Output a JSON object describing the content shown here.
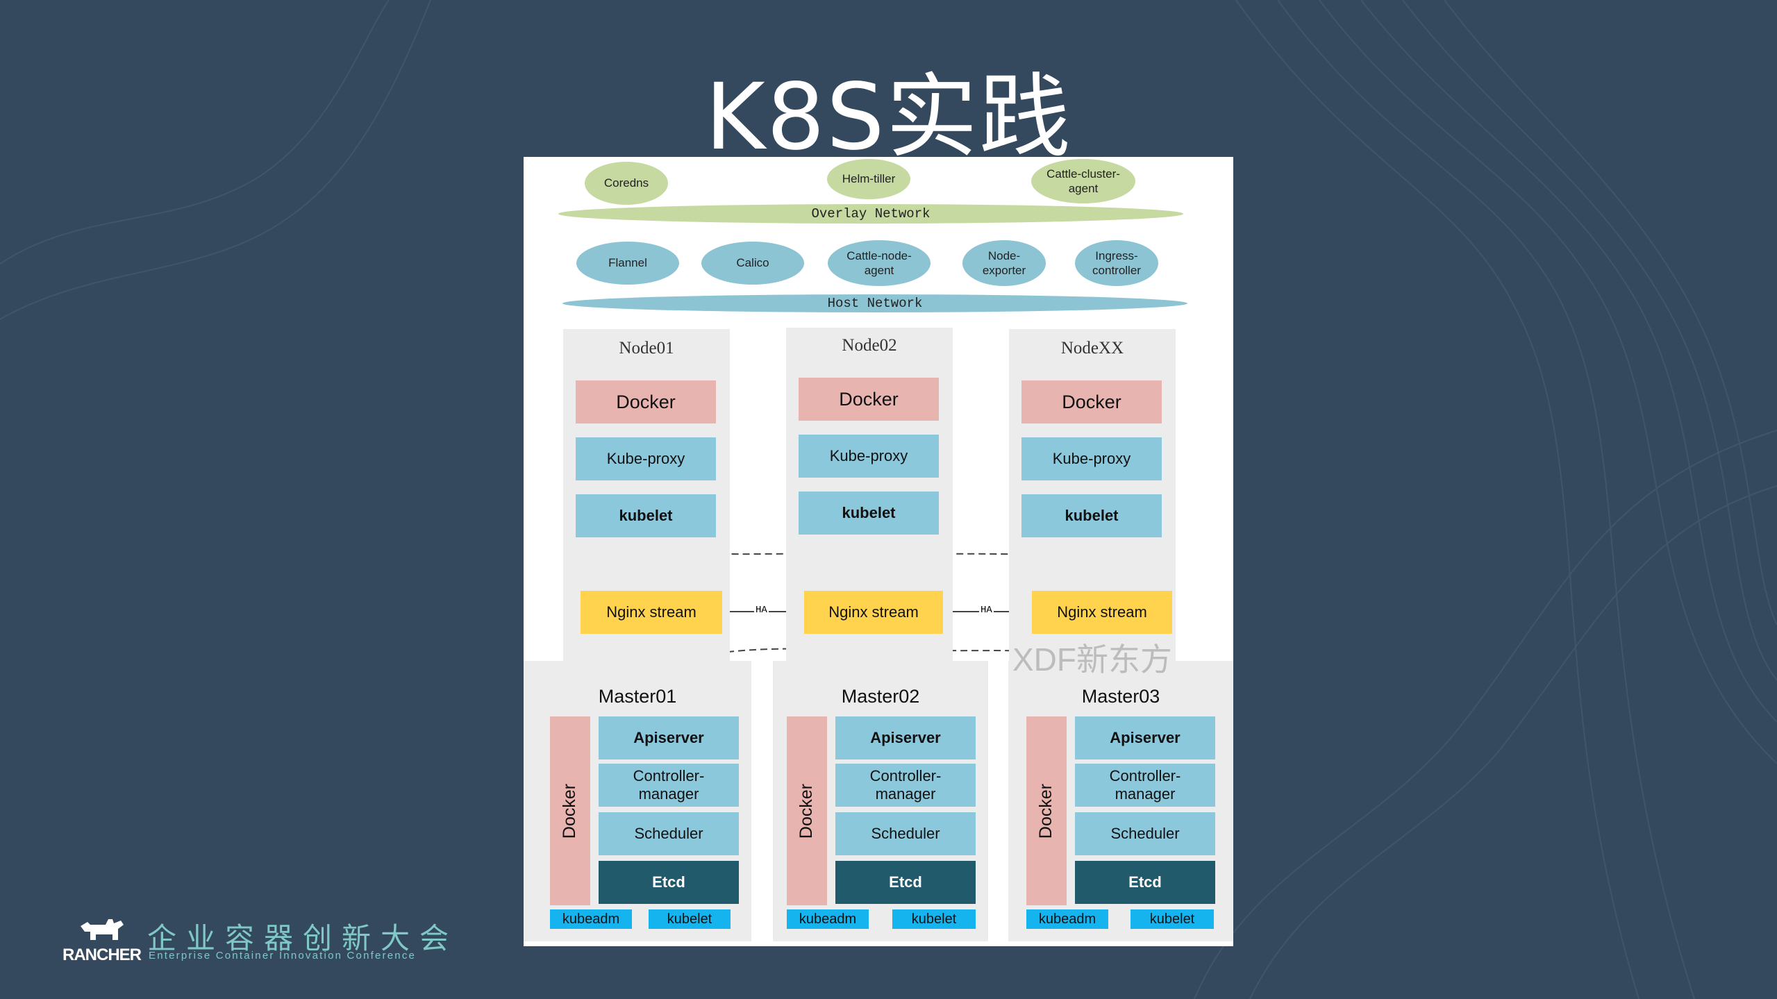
{
  "title": "K8S实践",
  "overlay": {
    "pods": [
      "Coredns",
      "Helm-tiller",
      "Cattle-cluster-\nagent"
    ],
    "network_label": "Overlay Network"
  },
  "host": {
    "pods": [
      "Flannel",
      "Calico",
      "Cattle-node-\nagent",
      "Node-\nexporter",
      "Ingress-\ncontroller"
    ],
    "network_label": "Host Network"
  },
  "nodes": [
    {
      "name": "Node01",
      "docker": "Docker",
      "proxy": "Kube-proxy",
      "kubelet": "kubelet"
    },
    {
      "name": "Node02",
      "docker": "Docker",
      "proxy": "Kube-proxy",
      "kubelet": "kubelet"
    },
    {
      "name": "NodeXX",
      "docker": "Docker",
      "proxy": "Kube-proxy",
      "kubelet": "kubelet"
    }
  ],
  "nginx": [
    "Nginx stream",
    "Nginx stream",
    "Nginx stream"
  ],
  "ha_label": "HA",
  "masters": [
    {
      "name": "Master01",
      "docker": "Docker",
      "apiserver": "Apiserver",
      "controller": "Controller-\nmanager",
      "scheduler": "Scheduler",
      "etcd": "Etcd",
      "kubeadm": "kubeadm",
      "kubelet": "kubelet"
    },
    {
      "name": "Master02",
      "docker": "Docker",
      "apiserver": "Apiserver",
      "controller": "Controller-\nmanager",
      "scheduler": "Scheduler",
      "etcd": "Etcd",
      "kubeadm": "kubeadm",
      "kubelet": "kubelet"
    },
    {
      "name": "Master03",
      "docker": "Docker",
      "apiserver": "Apiserver",
      "controller": "Controller-\nmanager",
      "scheduler": "Scheduler",
      "etcd": "Etcd",
      "kubeadm": "kubeadm",
      "kubelet": "kubelet"
    }
  ],
  "watermark": "XDF新东方",
  "logo": {
    "wordmark": "RANCHER",
    "cn": "企业容器创新大会",
    "en": "Enterprise Container Innovation Conference"
  },
  "colors": {
    "background": "#34495e",
    "overlay_green": "#c5d9a0",
    "host_blue": "#8cc4d4",
    "docker_pink": "#e8b4b0",
    "component_blue": "#8cc8dc",
    "etcd_teal": "#215a6a",
    "nginx_yellow": "#ffd34d",
    "kubeadm_cyan": "#16b4ef",
    "logo_teal": "#7fc8c6"
  }
}
